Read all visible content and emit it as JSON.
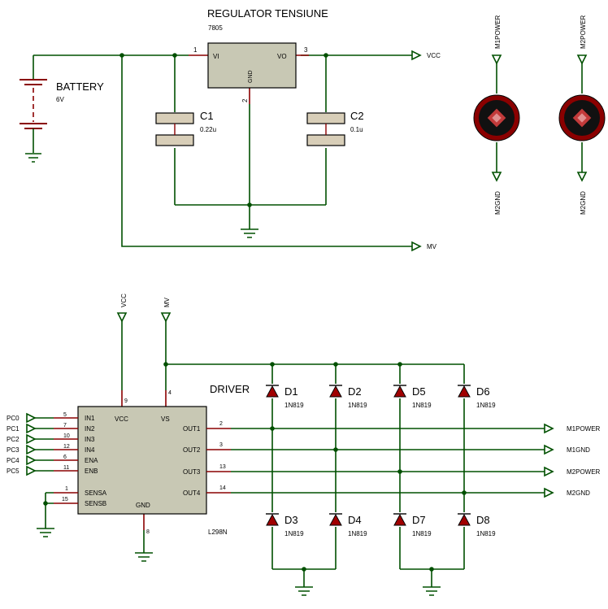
{
  "title": "REGULATOR TENSIUNE",
  "regulator": {
    "part": "7805",
    "pin_vi": "VI",
    "pin_vo": "VO",
    "pin_gnd": "GND",
    "pin1": "1",
    "pin2": "2",
    "pin3": "3"
  },
  "battery": {
    "name": "BATTERY",
    "value": "6V"
  },
  "c1": {
    "name": "C1",
    "value": "0.22u"
  },
  "c2": {
    "name": "C2",
    "value": "0.1u"
  },
  "nets": {
    "vcc": "VCC",
    "mv": "MV",
    "m1power": "M1POWER",
    "m1gnd": "M1GND",
    "m2power": "M2POWER",
    "m2gnd": "M2GND"
  },
  "driver": {
    "label": "DRIVER",
    "part": "L298N",
    "top_pins": [
      {
        "num": "9",
        "name": "VCC"
      },
      {
        "num": "4",
        "name": "VS"
      }
    ],
    "gnd_pin": {
      "num": "8",
      "name": "GND"
    },
    "inputs": [
      {
        "port": "PC0",
        "num": "5",
        "name": "IN1"
      },
      {
        "port": "PC1",
        "num": "7",
        "name": "IN2"
      },
      {
        "port": "PC2",
        "num": "10",
        "name": "IN3"
      },
      {
        "port": "PC3",
        "num": "12",
        "name": "IN4"
      },
      {
        "port": "PC4",
        "num": "6",
        "name": "ENA"
      },
      {
        "port": "PC5",
        "num": "11",
        "name": "ENB"
      }
    ],
    "sense": [
      {
        "num": "1",
        "name": "SENSA"
      },
      {
        "num": "15",
        "name": "SENSB"
      }
    ],
    "outputs": [
      {
        "num": "2",
        "name": "OUT1",
        "net": "M1POWER"
      },
      {
        "num": "3",
        "name": "OUT2",
        "net": "M1GND"
      },
      {
        "num": "13",
        "name": "OUT3",
        "net": "M2POWER"
      },
      {
        "num": "14",
        "name": "OUT4",
        "net": "M2GND"
      }
    ]
  },
  "diodes_top": [
    {
      "name": "D1",
      "part": "1N819"
    },
    {
      "name": "D2",
      "part": "1N819"
    },
    {
      "name": "D5",
      "part": "1N819"
    },
    {
      "name": "D6",
      "part": "1N819"
    }
  ],
  "diodes_bottom": [
    {
      "name": "D3",
      "part": "1N819"
    },
    {
      "name": "D4",
      "part": "1N819"
    },
    {
      "name": "D7",
      "part": "1N819"
    },
    {
      "name": "D8",
      "part": "1N819"
    }
  ],
  "motors": [
    {
      "power": "M1POWER",
      "gnd": "M2GND"
    },
    {
      "power": "M2POWER",
      "gnd": "M2GND"
    }
  ],
  "colors": {
    "wire": "#005000",
    "pin": "#8a0000",
    "component": "#c8c8b4",
    "motor": "#8a0000"
  }
}
